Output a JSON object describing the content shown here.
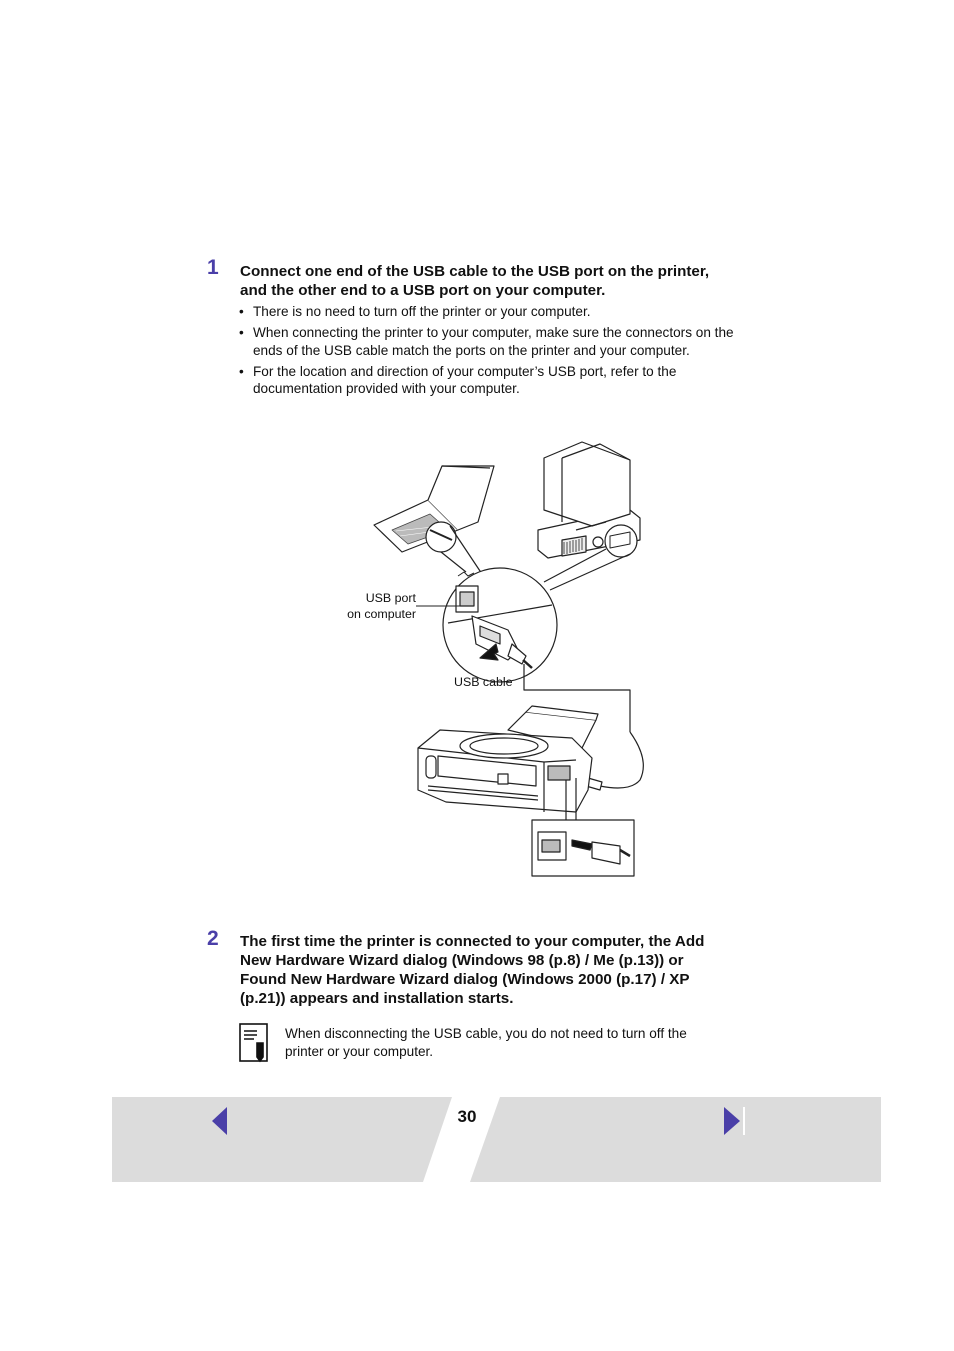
{
  "colors": {
    "accent": "#4a3fa8",
    "footer_band": "#dcdcdc",
    "nav_arrow": "#4a3fa8"
  },
  "steps": [
    {
      "number": "1",
      "title_lines": [
        "Connect one end of the USB cable to the USB port on the printer,",
        "and the other end to a USB port on your computer."
      ],
      "bullets": [
        "There is no need to turn off the printer or your computer.",
        "When connecting the printer to your computer, make sure the connectors on the ends of the USB cable match the ports on the printer and your computer.",
        "For the location and direction of your computer’s USB port, refer to the documentation provided with your computer."
      ]
    },
    {
      "number": "2",
      "title_lines": [
        "The first time the printer is connected to your computer, the Add",
        "New Hardware Wizard dialog (Windows 98 (p.8) / Me (p.13)) or",
        "Found New Hardware Wizard dialog (Windows 2000 (p.17) / XP",
        "(p.21)) appears and installation starts."
      ]
    }
  ],
  "figure": {
    "callout_usb_port": [
      "USB port",
      "on computer"
    ],
    "callout_usb_cable": "USB cable"
  },
  "note": {
    "icon": "memo-pencil-icon",
    "text_lines": [
      "When disconnecting the USB cable, you do not need to turn off the",
      "printer or your computer."
    ]
  },
  "footer": {
    "page_number": "30",
    "prev_icon": "triangle-left-icon",
    "next_icon": "triangle-right-icon"
  }
}
